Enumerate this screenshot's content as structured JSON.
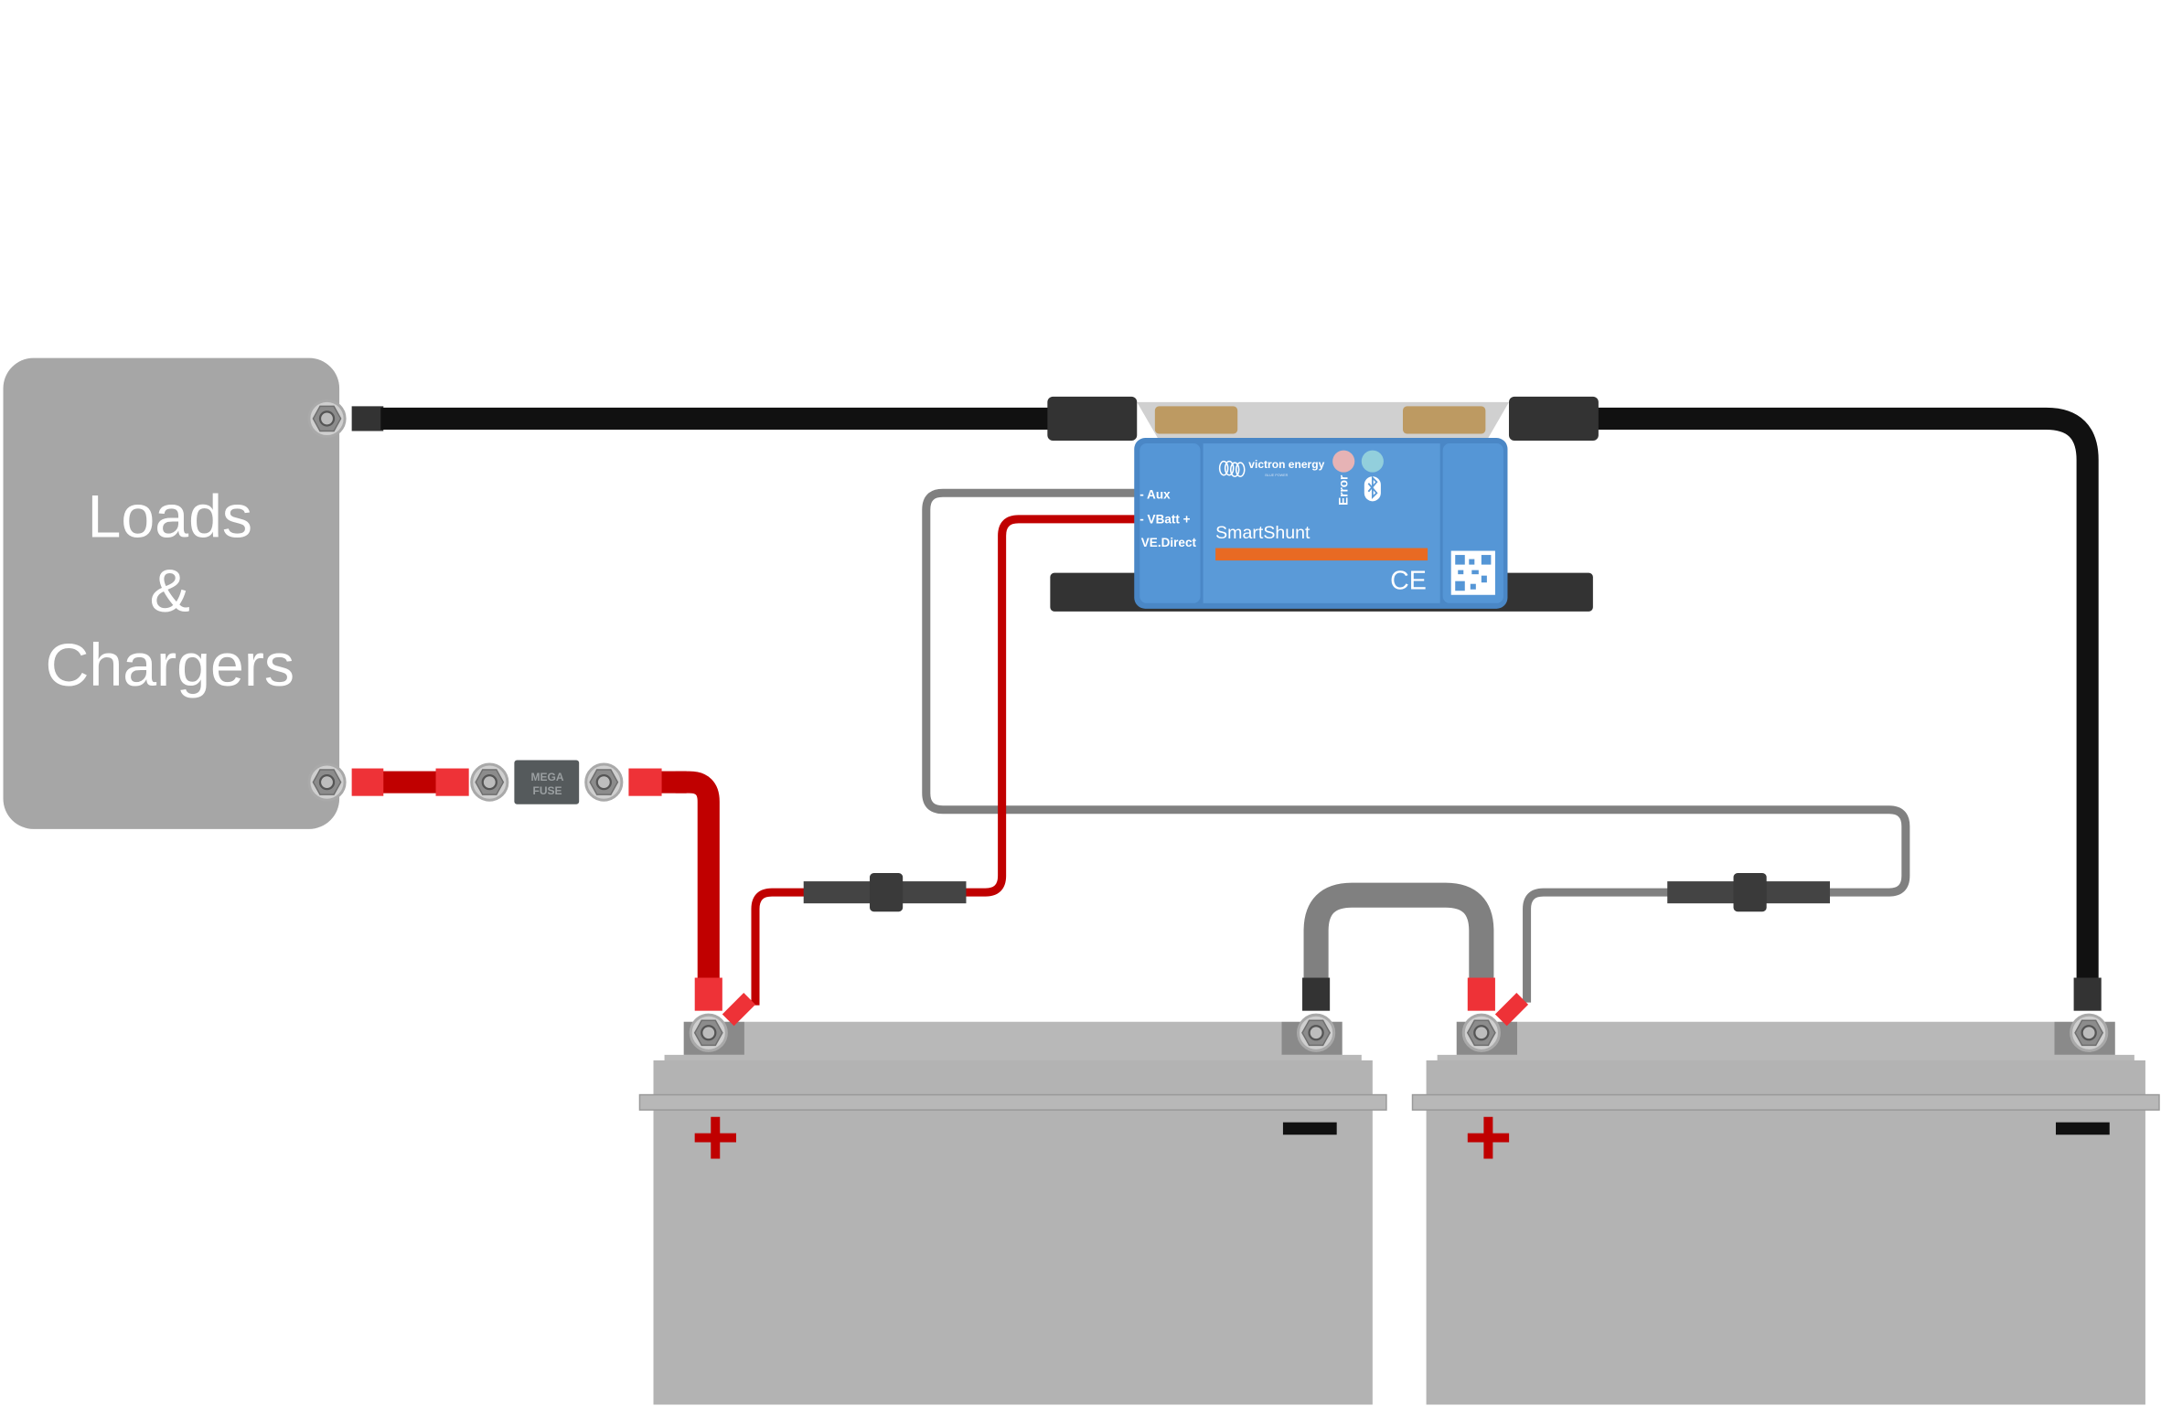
{
  "loads_box": {
    "line1": "Loads",
    "line2": "&",
    "line3": "Chargers"
  },
  "fuse": {
    "line1": "MEGA",
    "line2": "FUSE"
  },
  "shunt": {
    "brand": "victron energy",
    "tagline": "BLUE POWER",
    "model": "SmartShunt",
    "port_aux": "- Aux",
    "port_vbatt": "- VBatt +",
    "port_vedirect": "VE.Direct",
    "led_error": "Error",
    "ce_mark": "CE",
    "icons": [
      "bluetooth-icon",
      "qr-code-icon"
    ]
  },
  "batteries": [
    {
      "plus": "+",
      "minus": "−"
    },
    {
      "plus": "+",
      "minus": "−"
    }
  ],
  "colors": {
    "loads_box": "#a6a6a6",
    "positive_cable": "#c00000",
    "negative_cable": "#111111",
    "sense_cable": "#808080",
    "shunt_body": "#5596d6",
    "shunt_stripe": "#e86a23",
    "battery": "#b3b3b3"
  }
}
